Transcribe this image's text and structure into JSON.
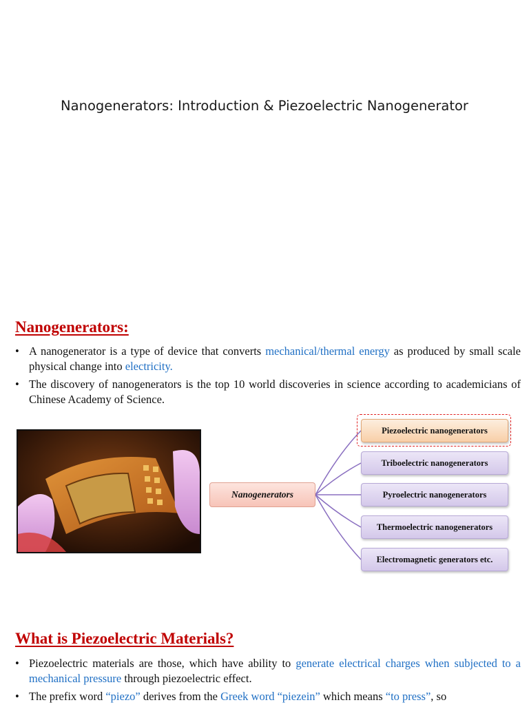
{
  "slide": {
    "title": "Nanogenerators: Introduction & Piezoelectric Nanogenerator"
  },
  "section1": {
    "heading": "Nanogenerators:",
    "bullet1": {
      "part1": "A nanogenerator is a type of device that converts ",
      "highlight1": "mechanical/thermal energy",
      "part2": " as produced by small scale physical change into ",
      "highlight2": "electricity."
    },
    "bullet2": "The discovery of nanogenerators is the top 10 world discoveries in science according to academicians of Chinese Academy of Science."
  },
  "diagram": {
    "center": "Nanogenerators",
    "types": [
      "Piezoelectric nanogenerators",
      "Triboelectric nanogenerators",
      "Pyroelectric nanogenerators",
      "Thermoelectric nanogenerators",
      "Electromagnetic generators etc."
    ]
  },
  "section2": {
    "heading": "What is Piezoelectric Materials?",
    "bullet1": {
      "part1": "Piezoelectric materials are those, which have ability to ",
      "highlight1": "generate electrical charges when subjected to a mechanical pressure",
      "part2": " through piezoelectric effect."
    },
    "bullet2": {
      "part1": "The prefix word ",
      "highlight1": "“piezo”",
      "part2": " derives from the ",
      "highlight2": "Greek word “piezein”",
      "part3": " which means ",
      "highlight3": "“to press”",
      "part4": ", so"
    }
  },
  "colors": {
    "heading": "#c00000",
    "highlight": "#1f6fc4",
    "piezo_box": "#f8cfa8",
    "type_box": "#d4c8ea",
    "center_box": "#f7c4b8",
    "connector": "#8a6fc0"
  }
}
